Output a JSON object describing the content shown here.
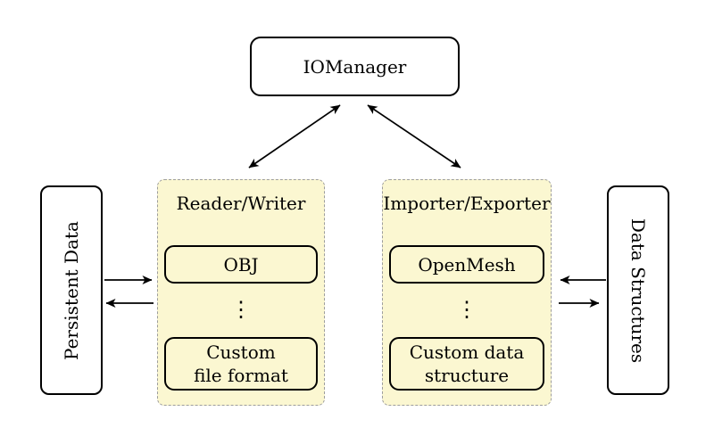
{
  "colors": {
    "background": "#ffffff",
    "panel_fill": "#fbf7d1",
    "panel_border": "#9d9d9d",
    "node_fill": "#ffffff",
    "stroke": "#000000"
  },
  "manager": {
    "label": "IOManager"
  },
  "reader_writer": {
    "title": "Reader/Writer",
    "top_item": "OBJ",
    "ellipsis": "⋮",
    "bottom_item": "Custom\nfile format"
  },
  "importer_exporter": {
    "title": "Importer/Exporter",
    "top_item": "OpenMesh",
    "ellipsis": "⋮",
    "bottom_item": "Custom data\nstructure"
  },
  "persistent_data": {
    "label": "Persistent Data"
  },
  "data_structures": {
    "label": "Data Structures"
  }
}
